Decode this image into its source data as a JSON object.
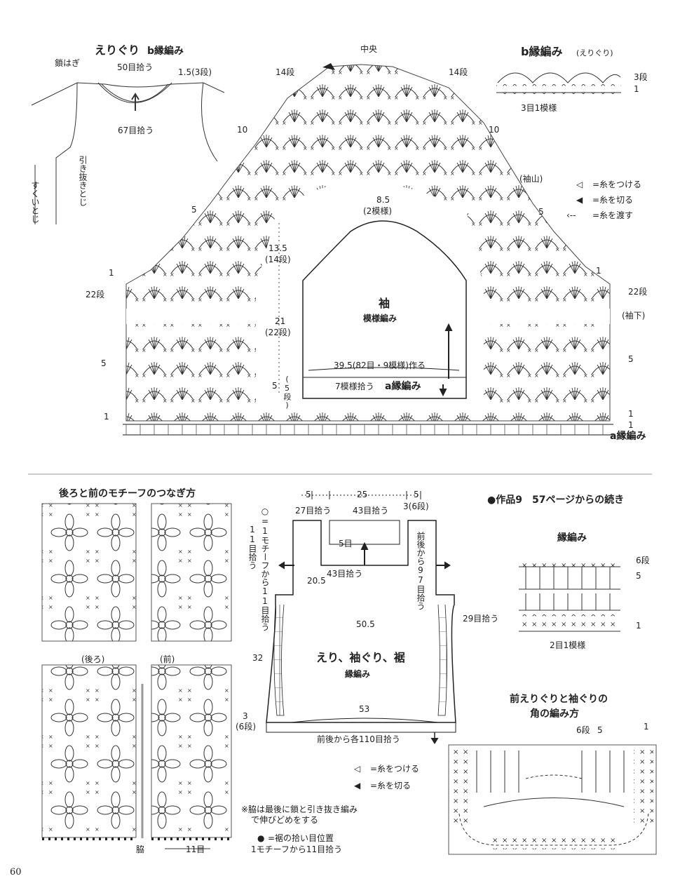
{
  "page_number": "60",
  "collar_detail": {
    "title": "えりぐり",
    "subtitle": "b縁編み",
    "chain_join": "鎖はぎ",
    "pickup_top": "50目拾う",
    "rows_note": "1.5(3段)",
    "pickup_bottom": "67目拾う",
    "slip_join": "引き抜きとじ",
    "scoop_join": "すくいとじ"
  },
  "sleeve_chart": {
    "center": "中央",
    "row14_left": "14段",
    "row14_right": "14段",
    "row10_left": "10",
    "row10_right": "10",
    "row5_left": "5",
    "row5_right": "5",
    "row1_left": "1",
    "row1_right": "1",
    "row22_left": "22段",
    "row22_right": "22段",
    "row5b_left": "5",
    "row5b_right": "5",
    "row1b_left": "1",
    "row1b_right": "1",
    "row1c_right": "1",
    "sleeve_cap": "(袖山)",
    "underarm": "(袖下)",
    "edging_a": "a縁編み"
  },
  "edging_b": {
    "title": "b縁編み",
    "note": "(えりぐり)",
    "row3": "3段",
    "row1": "1",
    "repeat": "3目1模様"
  },
  "legend_top": {
    "attach": "=糸をつける",
    "cut": "=糸を切る",
    "carry": "=糸を渡す"
  },
  "sleeve_schematic": {
    "top_width": "8.5",
    "top_repeat": "(2模様)",
    "cap_height": "13.5",
    "cap_rows": "(14段)",
    "body_height": "21",
    "body_rows": "(22段)",
    "edge_height": "5",
    "edge_rows": "(5段)",
    "title": "袖",
    "subtitle": "模様編み",
    "cast_on": "39.5(82目・9模様)作る",
    "pickup": "7模様拾う",
    "edging": "a縁編み"
  },
  "motif_join": {
    "title": "後ろと前のモチーフのつなぎ方",
    "back": "(後ろ)",
    "front": "(前)",
    "side": "脇",
    "stitch_count": "11目"
  },
  "body_schematic": {
    "w_left": "5",
    "w_center": "25",
    "w_right": "5",
    "pick_27": "27目拾う",
    "pick_43_top": "43目拾う",
    "rows_3_6": "3(6段)",
    "motif_note": "○=1モチーフから11目拾う",
    "rows_5": "5目",
    "pick_43_bottom": "43目拾う",
    "pick_97": "前後から97目拾う",
    "w_20_5": "20.5",
    "w_50_5": "50.5",
    "pick_29": "29目拾う",
    "h_32": "32",
    "title": "えり、袖ぐり、裾",
    "subtitle": "縁編み",
    "w_53": "53",
    "h_3": "3",
    "h_6rows": "(6段)",
    "pick_110": "前後から各110目拾う"
  },
  "legend_bottom": {
    "attach": "=糸をつける",
    "cut": "=糸を切る"
  },
  "notes": {
    "side_note_1": "※脇は最後に鎖と引き抜き編み",
    "side_note_2": "で伸びどめをする",
    "hem_note": "=裾の拾い目位置",
    "hem_note_2": "1モチーフから11目拾う"
  },
  "work9": {
    "title": "●作品9　57ページからの続き",
    "edging_title": "縁編み",
    "row6": "6段",
    "row5": "5",
    "row1": "1",
    "repeat": "2目1模様"
  },
  "corner": {
    "title_1": "前えりぐりと袖ぐりの",
    "title_2": "角の編み方",
    "row6": "6段",
    "row5": "5",
    "row1": "1"
  }
}
